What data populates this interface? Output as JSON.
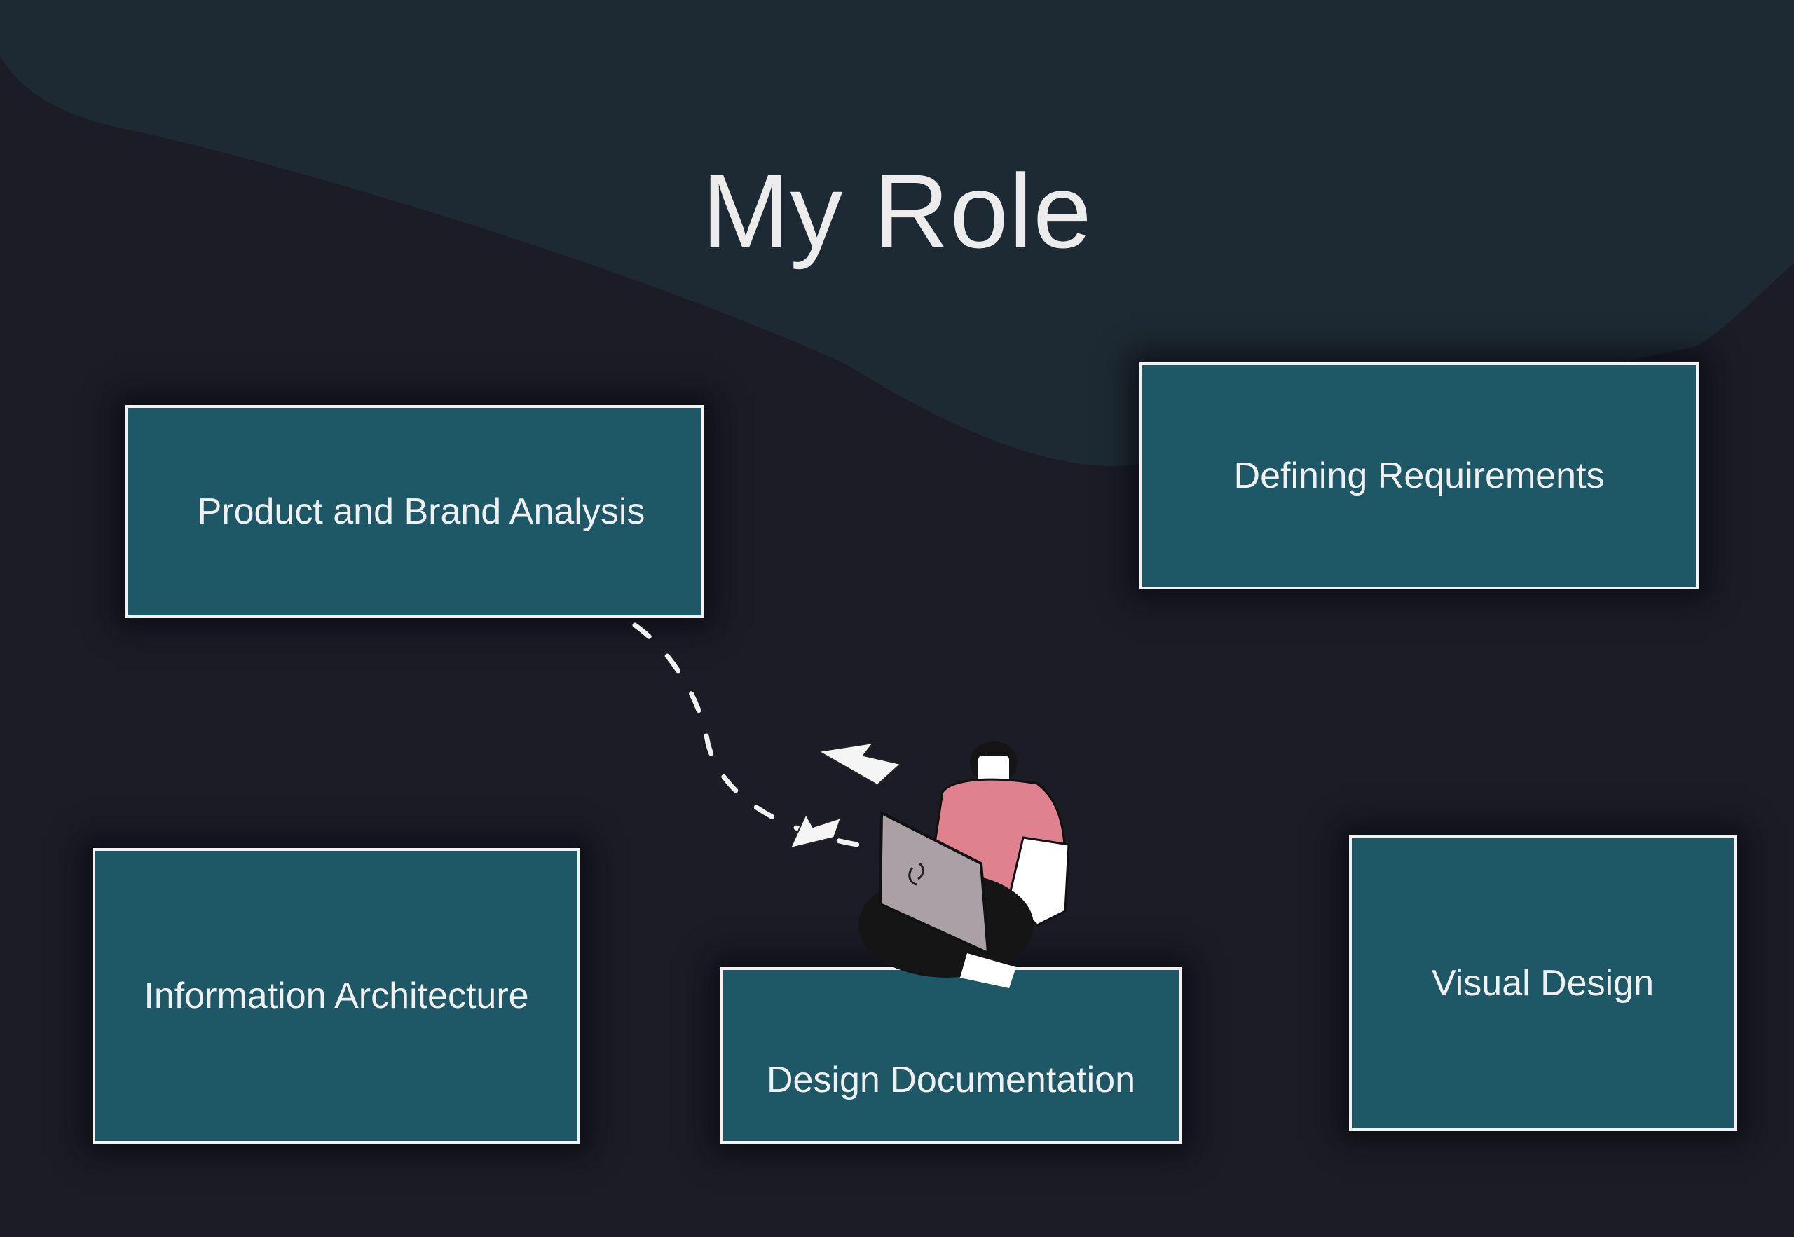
{
  "title": "My Role",
  "roles": [
    {
      "label": "Product and Brand Analysis"
    },
    {
      "label": "Defining Requirements"
    },
    {
      "label": "Information Architecture"
    },
    {
      "label": "Design Documentation"
    },
    {
      "label": "Visual Design"
    }
  ],
  "colors": {
    "background": "#1c1c26",
    "wave": "#1e2a33",
    "box": "#1e5766",
    "border": "#f1f1f1",
    "shirt": "#e08190",
    "laptop": "#a9a1a6"
  }
}
